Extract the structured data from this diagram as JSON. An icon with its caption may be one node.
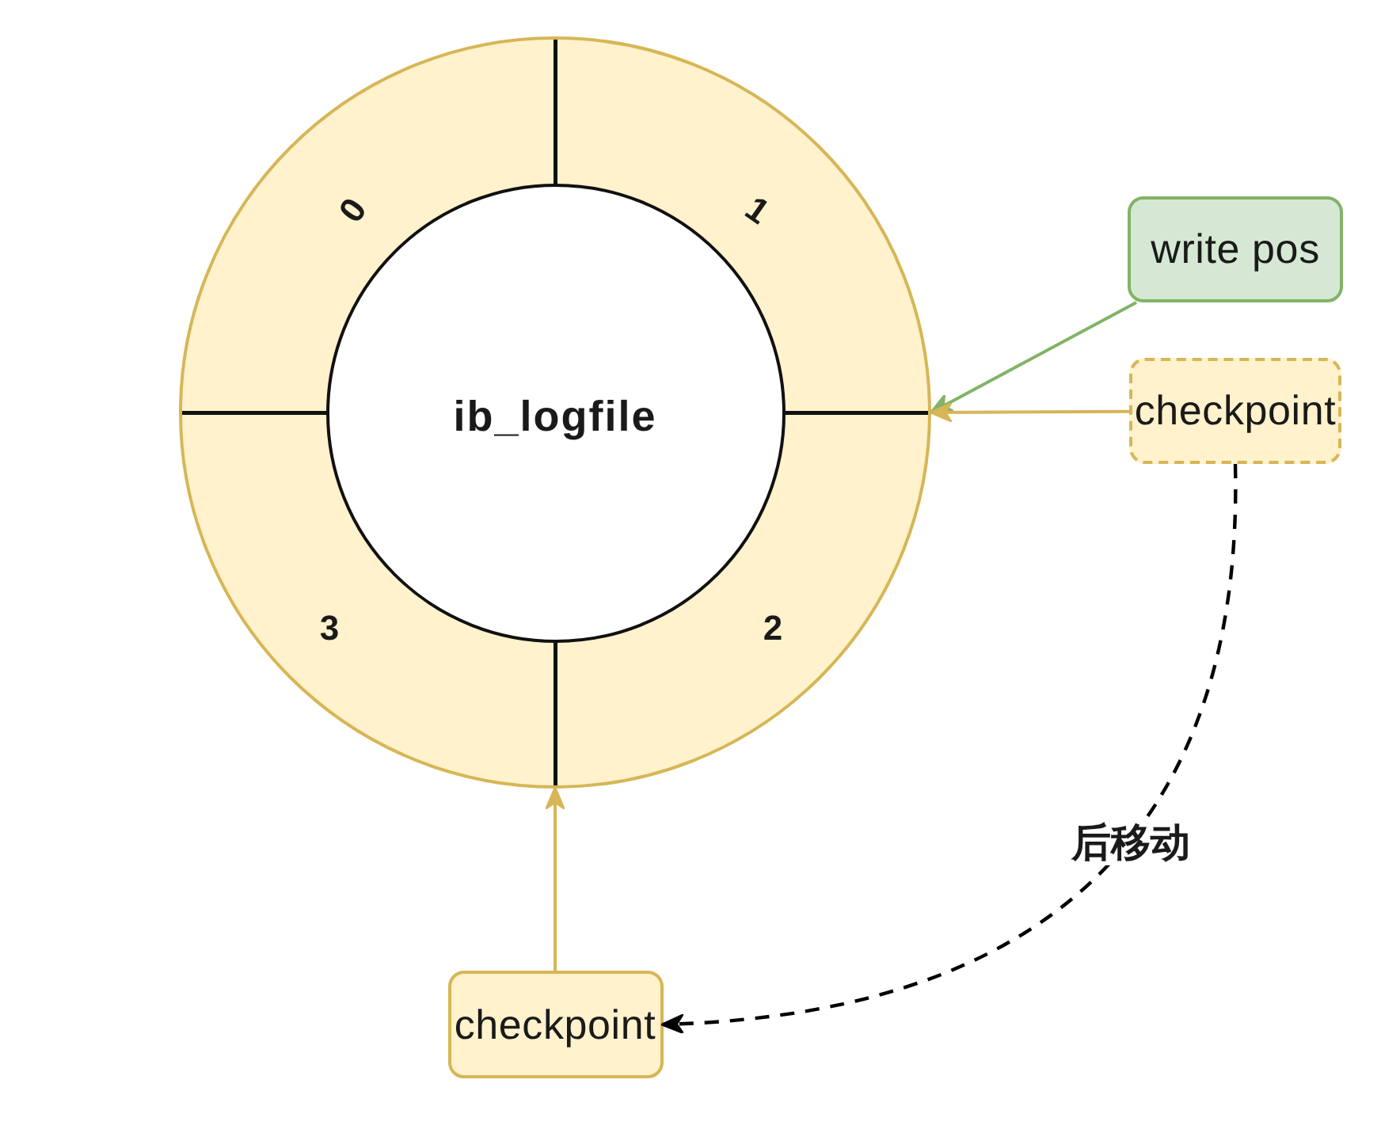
{
  "diagram": {
    "nodes": [
      {
        "text": [],
        "shape": "circle"
      },
      {
        "text": [
          "0"
        ],
        "in": 0
      },
      {
        "text": [
          "1"
        ],
        "in": 0
      },
      {
        "text": [
          "ib_logfile"
        ],
        "in": 0
      },
      {
        "text": [
          "3"
        ],
        "in": 0
      },
      {
        "text": [
          "2"
        ],
        "in": 0
      },
      {
        "text": [
          "write pos"
        ]
      },
      {
        "text": [
          "checkpoint"
        ]
      },
      {
        "text": [
          "checkpoint"
        ]
      }
    ],
    "edges": [
      {
        "from": 6,
        "to": 0,
        "arrow": "to",
        "color": "#82b366"
      },
      {
        "from": 7,
        "to": 0,
        "arrow": "to"
      },
      {
        "from": 8,
        "to": 0,
        "arrow": "to"
      },
      {
        "from": 7,
        "to": 8,
        "arrow": "to",
        "label": "后移动",
        "style": "dashed",
        "color": "#000000"
      }
    ]
  }
}
